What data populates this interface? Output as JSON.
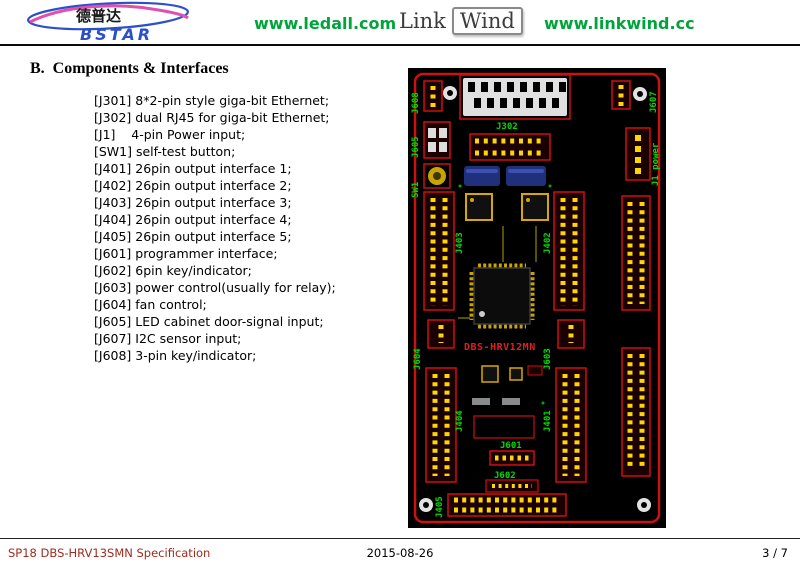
{
  "colors": {
    "link_green": "#00A43B",
    "footer_red": "#9E2B1E",
    "pcb_label_green": "#00DD00"
  },
  "header": {
    "logo_cn": "德普达",
    "logo_en": "BSTAR",
    "ledall_url": "www.ledall.com",
    "linkwind_link": "Link",
    "linkwind_wind": "Wind",
    "linkwind_url": "www.linkwind.cc"
  },
  "main": {
    "title": "B.  Components & Interfaces",
    "components": [
      "[J301] 8*2-pin style giga-bit Ethernet;",
      "[J302] dual RJ45 for giga-bit Ethernet;",
      "[J1]    4-pin Power input;",
      "[SW1] self-test button;",
      "[J401] 26pin output interface 1;",
      "[J402] 26pin output interface 2;",
      "[J403] 26pin output interface 3;",
      "[J404] 26pin output interface 4;",
      "[J405] 26pin output interface 5;",
      "[J601] programmer interface;",
      "[J602] 6pin key/indicator;",
      "[J603] power control(usually for relay);",
      "[J604] fan control;",
      "[J605] LED cabinet door-signal input;",
      "[J607] I2C sensor input;",
      "[J608] 3-pin key/indicator;"
    ]
  },
  "pcb": {
    "chip_label": "DBS-HRV12MN",
    "labels": {
      "j608": "J608",
      "j302": "J302",
      "j607": "J607",
      "j605": "J605",
      "sw1": "SW1",
      "j1": "J1 power",
      "j403": "J403",
      "j604": "J604",
      "j404": "J404",
      "j402": "J402",
      "j603": "J603",
      "j401": "J401",
      "j405": "J405",
      "j601": "J601",
      "j602": "J602"
    }
  },
  "footer": {
    "left": "SP18 DBS-HRV13SMN Specification",
    "center": "2015-08-26",
    "right": "3 / 7"
  }
}
